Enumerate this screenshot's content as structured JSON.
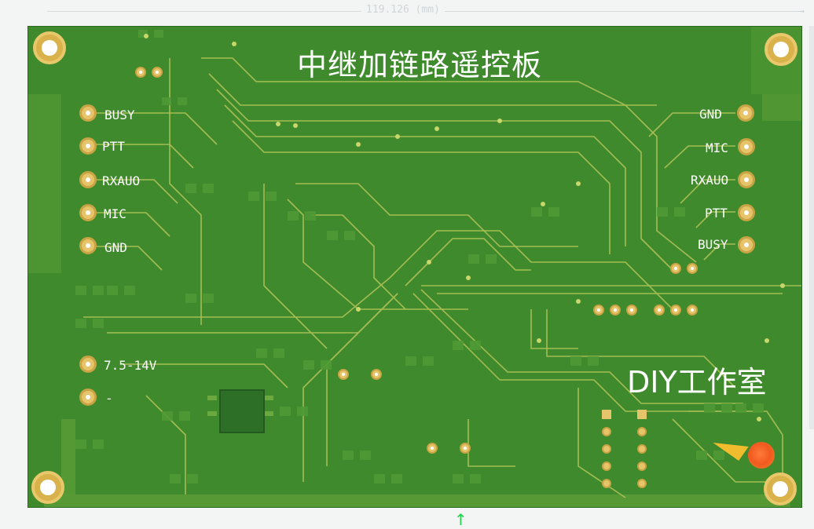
{
  "dimension": {
    "label": "119.126 (mm)"
  },
  "board": {
    "title": "中继加链路遥控板",
    "brand": "DIY工作室"
  },
  "left_pins": [
    {
      "label": "BUSY"
    },
    {
      "label": "PTT"
    },
    {
      "label": "RXAUO"
    },
    {
      "label": "MIC"
    },
    {
      "label": "GND"
    }
  ],
  "right_pins": [
    {
      "label": "GND"
    },
    {
      "label": "MIC"
    },
    {
      "label": "RXAUO"
    },
    {
      "label": "PTT"
    },
    {
      "label": "BUSY"
    }
  ],
  "power_pins": [
    {
      "label": "7.5-14V"
    },
    {
      "label": "-"
    }
  ],
  "colors": {
    "board": "#3f8a2c",
    "pad": "#e6c46a",
    "text": "#ffffff",
    "marker": "#1fd34b"
  },
  "icons": {
    "marker": "arrow-up-icon"
  },
  "glyphs": {
    "marker": "↑",
    "dim_arrow": "→"
  }
}
